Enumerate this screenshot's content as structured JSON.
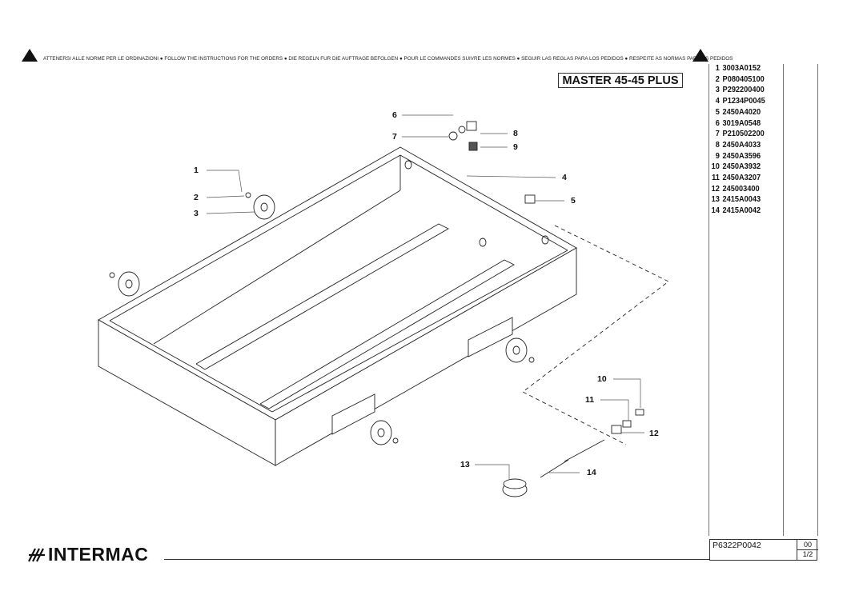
{
  "header": {
    "warning_text": "ATTENERSI ALLE NORME PER LE ORDINAZIONI ● FOLLOW THE INSTRUCTIONS FOR THE ORDERS ● DIE REGELN FUR DIE AUFTRAGE BEFOLGEN ● POUR LE COMMANDES SUIVRE LES NORMES ● SEGUIR LAS REGLAS PARA LOS PEDIDOS ● RESPEITE AS NORMAS PARA OS PEDIDOS",
    "warning_icon": "warning-triangle-icon"
  },
  "title": "MASTER 45-45 PLUS",
  "parts": [
    {
      "num": "1",
      "code": "3003A0152"
    },
    {
      "num": "2",
      "code": "P080405100"
    },
    {
      "num": "3",
      "code": "P292200400"
    },
    {
      "num": "4",
      "code": "P1234P0045"
    },
    {
      "num": "5",
      "code": "2450A4020"
    },
    {
      "num": "6",
      "code": "3019A0548"
    },
    {
      "num": "7",
      "code": "P210502200"
    },
    {
      "num": "8",
      "code": "2450A4033"
    },
    {
      "num": "9",
      "code": "2450A3596"
    },
    {
      "num": "10",
      "code": "2450A3932"
    },
    {
      "num": "11",
      "code": "2450A3207"
    },
    {
      "num": "12",
      "code": "245003400"
    },
    {
      "num": "13",
      "code": "2415A0043"
    },
    {
      "num": "14",
      "code": "2415A0042"
    }
  ],
  "callouts": {
    "c1": "1",
    "c2": "2",
    "c3": "3",
    "c4": "4",
    "c5": "5",
    "c6": "6",
    "c7": "7",
    "c8": "8",
    "c9": "9",
    "c10": "10",
    "c11": "11",
    "c12": "12",
    "c13": "13",
    "c14": "14"
  },
  "drawing_code": "P6322P0042",
  "revision": "00",
  "sheet": "1/2",
  "brand": "INTERMAC"
}
